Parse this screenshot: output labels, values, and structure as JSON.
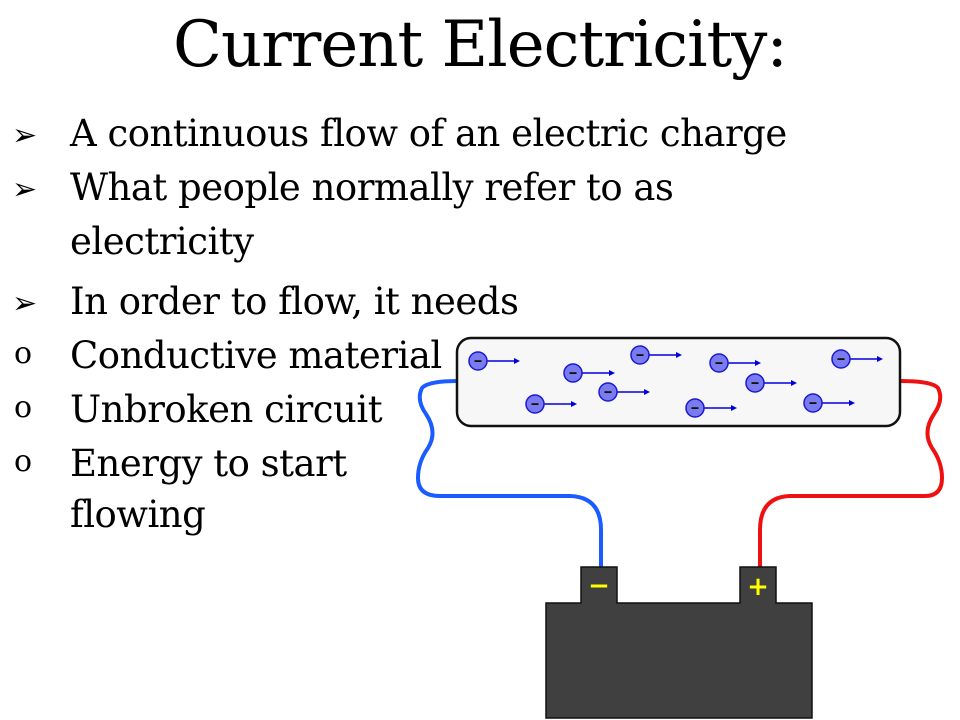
{
  "title": "Current Electricity:",
  "bullets": [
    {
      "marker": "➢",
      "lines": [
        "A continuous flow of an electric charge"
      ]
    },
    {
      "marker": "➢",
      "lines": [
        "What people normally refer to as",
        "electricity"
      ]
    },
    {
      "marker": "➢",
      "lines": [
        "In order to flow, it needs"
      ]
    }
  ],
  "sub_bullets": [
    {
      "marker": "o",
      "lines": [
        "Conductive material"
      ]
    },
    {
      "marker": "o",
      "lines": [
        "Unbroken circuit"
      ]
    },
    {
      "marker": "o",
      "lines": [
        "Energy to start",
        "flowing"
      ]
    }
  ],
  "diagram": {
    "electron_symbol": "−",
    "negative_terminal": "−",
    "positive_terminal": "+",
    "colors": {
      "electron_fill": "#7b7bf0",
      "arrow": "#0000dd",
      "negative_wire": "#1a5cff",
      "positive_wire": "#ee1111",
      "battery": "#404040",
      "terminal_label": "#ffff00",
      "conductor_fill": "#f7f7f7"
    }
  }
}
